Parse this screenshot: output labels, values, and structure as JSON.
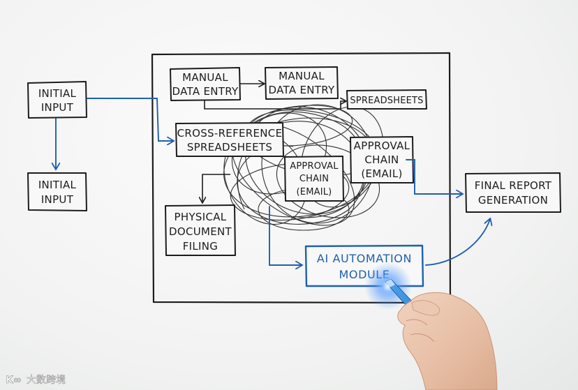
{
  "nodes": {
    "initial_input_1": [
      "INITIAL",
      "INPUT"
    ],
    "initial_input_2": [
      "INITIAL",
      "INPUT"
    ],
    "manual_entry_1": [
      "MANUAL",
      "DATA ENTRY"
    ],
    "manual_entry_2": [
      "MANUAL",
      "DATA ENTRY"
    ],
    "spreadsheets": [
      "SPREADSHEETS"
    ],
    "cross_reference": [
      "CROSS-REFERENCE",
      "SPREADSHEETS"
    ],
    "approval_1": [
      "APPROVAL",
      "CHAIN",
      "(EMAIL)"
    ],
    "approval_2": [
      "APPROVAL",
      "CHAIN",
      "(EMAIL)"
    ],
    "physical_filing": [
      "PHYSICAL",
      "DOCUMENT",
      "FILING"
    ],
    "final_report": [
      "FINAL REPORT",
      "GENERATION"
    ],
    "ai_module": [
      "AI AUTOMATION",
      "MODULE"
    ]
  },
  "watermark": {
    "logo": "K∞",
    "text": "大数跨境"
  },
  "colors": {
    "ink": "#1c1c1c",
    "blue_ink": "#1f5fb0",
    "marker_glow": "#3d8bff",
    "marker_body": "#2f86d6"
  }
}
